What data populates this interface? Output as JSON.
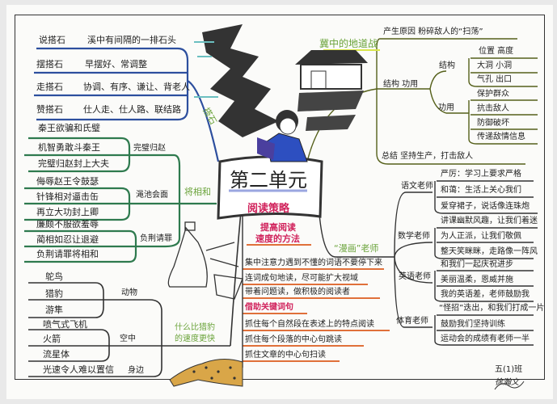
{
  "center": {
    "title": "第二单元",
    "subtitle": "阅读策略"
  },
  "stepping_stones": {
    "label": "搭石",
    "rows": [
      {
        "term": "说搭石",
        "detail": "溪中有间隔的一排石头"
      },
      {
        "term": "摆搭石",
        "detail": "早摆好、常调整"
      },
      {
        "term": "走搭石",
        "detail": "协调、有序、谦让、背老人"
      },
      {
        "term": "赞搭石",
        "detail": "仕人走、仕人路、联结路"
      }
    ]
  },
  "general_minister": {
    "label": "将相和",
    "groups": [
      {
        "label": "完璧归赵",
        "items": [
          "秦王欲骗和氏璧",
          "机智勇敢斗秦王",
          "完璧归赵封上大夫"
        ]
      },
      {
        "label": "渑池会面",
        "items": [
          "侮辱赵王令鼓瑟",
          "针锋相对逼击缶",
          "再立大功封上卿"
        ]
      },
      {
        "label": "负荆请罪",
        "items": [
          "廉颇不服欲羞辱",
          "蔺相如忍让退避",
          "负荆请罪将相和"
        ]
      }
    ]
  },
  "faster_than_cheetah": {
    "label_line1": "什么比猎豹",
    "label_line2": "的速度更快",
    "groups": [
      {
        "label": "动物",
        "items": [
          "鸵鸟",
          "猎豹",
          "游隼"
        ]
      },
      {
        "label": "空中",
        "items": [
          "喷气式飞机",
          "火箭",
          "流星体"
        ]
      },
      {
        "label": "身边",
        "items": [
          "光速令人难以置信"
        ]
      }
    ]
  },
  "reading_speed": {
    "label_line1": "提高阅读",
    "label_line2": "速度的方法",
    "items": [
      "集中注意力遇到不懂的词语不要停下来",
      "连词成句地读，尽可能扩大视域",
      "带着问题读，做积极的阅读者",
      "借助关键词句",
      "抓住每个自然段在表述上的特点阅读",
      "抓住每个段落的中心句跳读",
      "抓住文章的中心句扫读"
    ]
  },
  "tunnel_warfare": {
    "label": "冀中的地道战",
    "reason": "产生原因  粉碎敌人的“扫荡”",
    "structure_function": "结构 功用",
    "structure": {
      "label": "结构",
      "items": [
        "位置 高度",
        "大洞 小洞",
        "气孔 出口"
      ]
    },
    "function": {
      "label": "功用",
      "items": [
        "保护群众",
        "抗击敌人",
        "防御破坏",
        "传递敌情信息"
      ]
    },
    "summary": "总结  坚持生产，打击敌人"
  },
  "comic_teachers": {
    "label": "“漫画”老师",
    "teachers": [
      {
        "label": "语文老师",
        "items": [
          "严厉：学习上要求严格",
          "和蔼：生活上关心我们",
          "爱穿裙子，说话像连珠炮"
        ]
      },
      {
        "label": "数学老师",
        "items": [
          "讲课幽默风趣，让我们着迷",
          "为人正派，让我们敬佩",
          "整天笑眯眯，走路像一阵风"
        ]
      },
      {
        "label": "英语老师",
        "items": [
          "和我们一起庆祝进步",
          "美丽温柔，恩威并施",
          "我的英语差，老师鼓励我"
        ]
      },
      {
        "label": "体育老师",
        "items": [
          "“怪招”迭出，和我们打成一片",
          "鼓励我们坚持训练",
          "运动会的成绩有老师一半"
        ]
      }
    ]
  },
  "footer": {
    "class_name": "五(1)班",
    "signature": "徐瀚文"
  },
  "colors": {
    "blue": "#2d4f9e",
    "green": "#2e7a4e",
    "yellow": "#d9e64a",
    "pink": "#d0205a",
    "orange": "#e0703a"
  }
}
